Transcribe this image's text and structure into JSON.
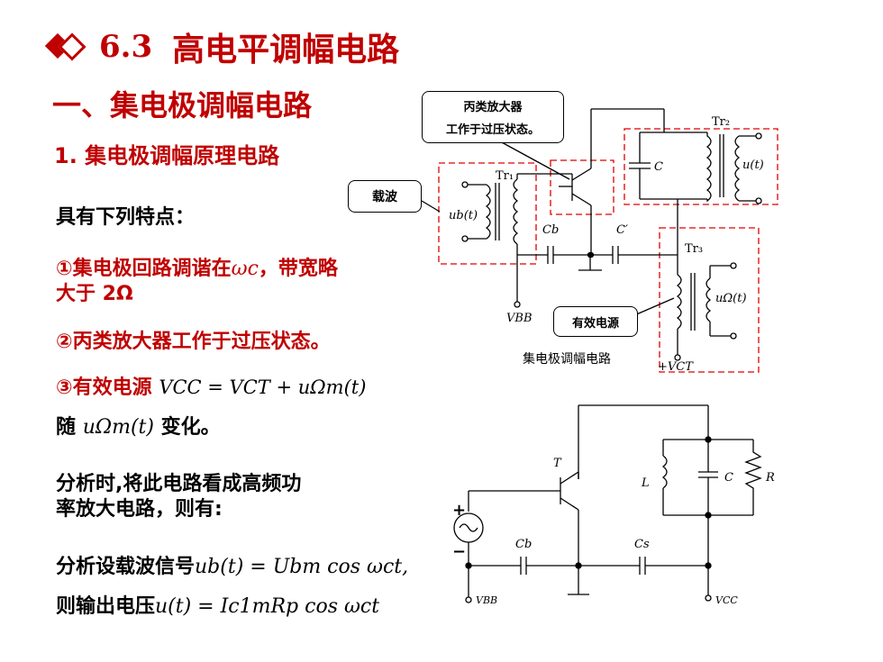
{
  "slide": {
    "section_number": "6.3",
    "title": "高电平调幅电路",
    "heading1": "一、集电极调幅电路",
    "heading2": "1. 集电极调幅原理电路",
    "features_intro": "具有下列特点：",
    "feature1_a": "①集电极回路调谐在",
    "feature1_math": "ωc",
    "feature1_b": "，带宽略",
    "feature1_c": "大于 2Ω",
    "feature2": "②丙类放大器工作于过压状态。",
    "feature3_a": "③有效电源",
    "feature3_math": "VCC = VCT + uΩm(t)",
    "feature3_b_prefix": "随",
    "feature3_b_math": "uΩm(t)",
    "feature3_b_suffix": "变化。",
    "analysis1": "分析时,将此电路看成高频功",
    "analysis2": "率放大电路，则有:",
    "carrier_label": "分析设载波信号",
    "carrier_math": "ub(t) = Ubm cos ωct,",
    "output_label": "则输出电压",
    "output_math": "u(t) = Ic1mRp cos ωct"
  },
  "diagram_top": {
    "callout_amp": "丙类放大器",
    "callout_amp2": "工作于过压状态。",
    "callout_carrier": "载波",
    "callout_supply": "有效电源",
    "caption": "集电极调幅电路",
    "tr1": "Tr₁",
    "tr2": "Tr₂",
    "tr3": "Tr₃",
    "ub": "ub(t)",
    "ut": "u(t)",
    "uomega": "uΩ(t)",
    "c": "C",
    "cb": "Cb",
    "cprime": "C′",
    "vbb": "VBB",
    "vct": "+VCT"
  },
  "diagram_bottom": {
    "t": "T",
    "l": "L",
    "c": "C",
    "r": "R",
    "cb": "Cb",
    "cs": "Cs",
    "vbb": "VBB",
    "vcc": "VCC",
    "plus": "+",
    "minus": "−"
  },
  "colors": {
    "accent": "#c00000",
    "dashed": "#e00000"
  }
}
